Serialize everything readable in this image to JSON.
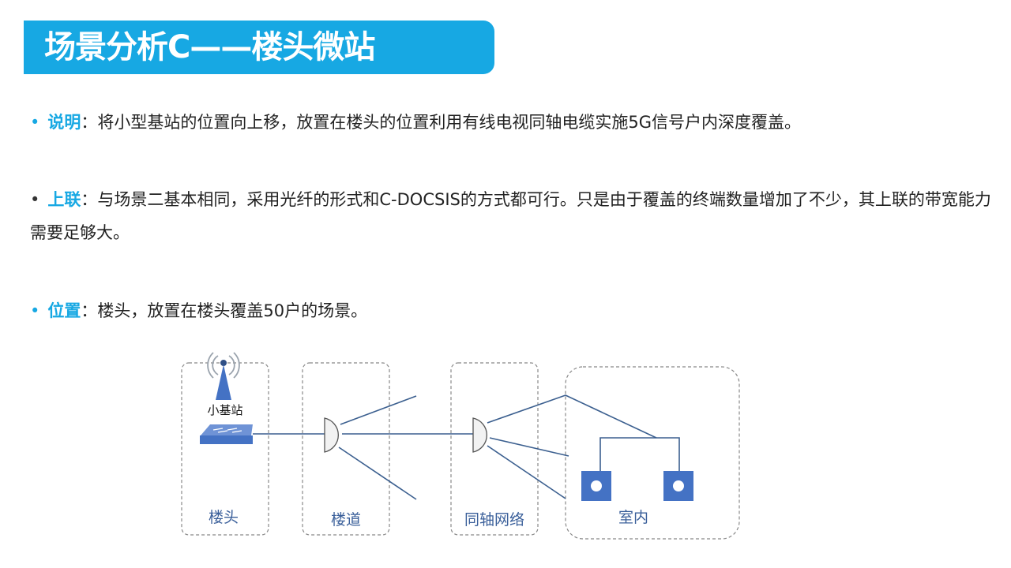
{
  "title": "场景分析C——楼头微站",
  "paragraphs": {
    "desc": {
      "bullet": "•",
      "keyword": "说明",
      "text": "：将小型基站的位置向上移，放置在楼头的位置利用有线电视同轴电缆实施5G信号户内深度覆盖。"
    },
    "uplink": {
      "bullet": "•",
      "keyword": "上联",
      "text": "：与场景二基本相同，采用光纤的形式和C-DOCSIS的方式都可行。只是由于覆盖的终端数量增加了不少，其上联的带宽能力需要足够大。"
    },
    "position": {
      "bullet": "•",
      "keyword": "位置",
      "text": "：楼头，放置在楼头覆盖50户的场景。"
    }
  },
  "diagram": {
    "station_label": "小基站",
    "zones": {
      "building_head": "楼头",
      "corridor": "楼道",
      "coax_network": "同轴网络",
      "indoor": "室内"
    },
    "colors": {
      "accent": "#17a8e3",
      "device": "#4472c4",
      "wire": "#3b5f8f",
      "zone_label": "#3a5f9a"
    },
    "icons": [
      "antenna-tower-icon",
      "switch-icon",
      "splitter-icon",
      "outlet-icon"
    ]
  }
}
